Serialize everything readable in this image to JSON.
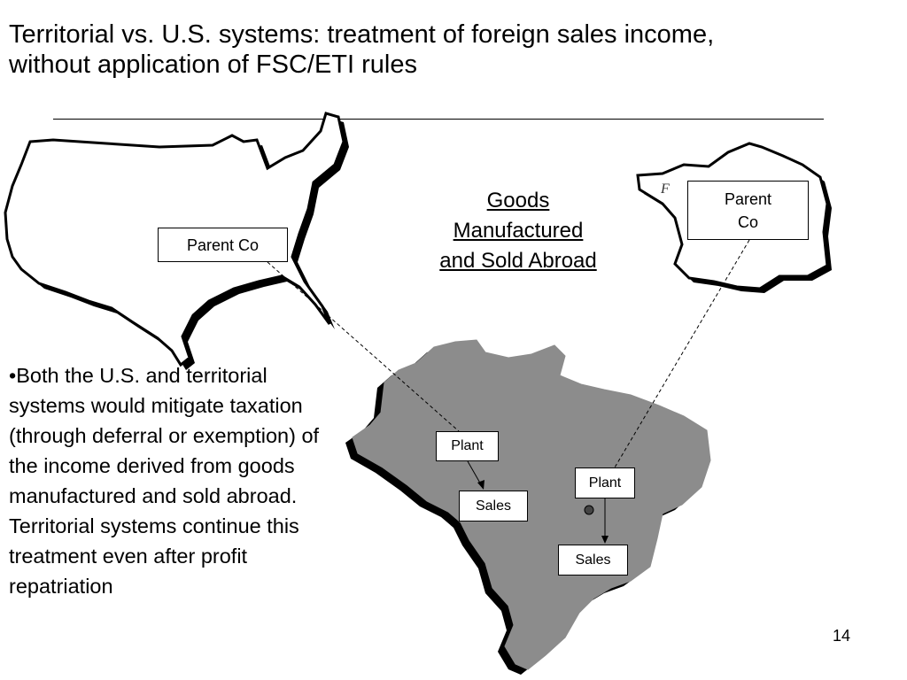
{
  "slide": {
    "title": "Territorial vs. U.S. systems:  treatment of foreign sales income,\nwithout application of FSC/ETI rules",
    "page_number": "14"
  },
  "diagram": {
    "us_parent_label": "Parent Co",
    "france_parent_label": "Parent\nCo",
    "france_map_letter": "F",
    "goods_heading": "Goods\nManufactured\nand Sold Abroad",
    "plant_1_label": "Plant",
    "sales_1_label": "Sales",
    "plant_2_label": "Plant",
    "sales_2_label": "Sales"
  },
  "bullet": {
    "text": "•Both the U.S. and territorial systems would mitigate taxation (through deferral or exemption) of the income derived from goods manufactured and sold abroad.  Territorial systems continue this treatment even after profit repatriation"
  },
  "colors": {
    "brazil_fill": "#8c8c8c",
    "map_outline": "#000000",
    "background": "#ffffff"
  }
}
